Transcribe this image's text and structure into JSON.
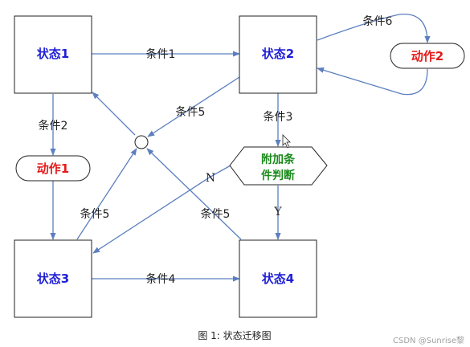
{
  "states": {
    "s1": "状态1",
    "s2": "状态2",
    "s3": "状态3",
    "s4": "状态4"
  },
  "actions": {
    "a1": "动作1",
    "a2": "动作2"
  },
  "decision": {
    "line1": "附加条",
    "line2": "件判断"
  },
  "conditions": {
    "c1": "条件1",
    "c2": "条件2",
    "c3": "条件3",
    "c4": "条件4",
    "c5": "条件5",
    "c6": "条件6"
  },
  "branches": {
    "no": "N",
    "yes": "Y"
  },
  "caption": "图 1:  状态迁移图",
  "watermark": "CSDN @Sunrise黎",
  "colors": {
    "state_text": "#1f1fd6",
    "action_text": "#e41a1a",
    "decision_text": "#1a8a1a",
    "edge": "#5b7fbf"
  }
}
